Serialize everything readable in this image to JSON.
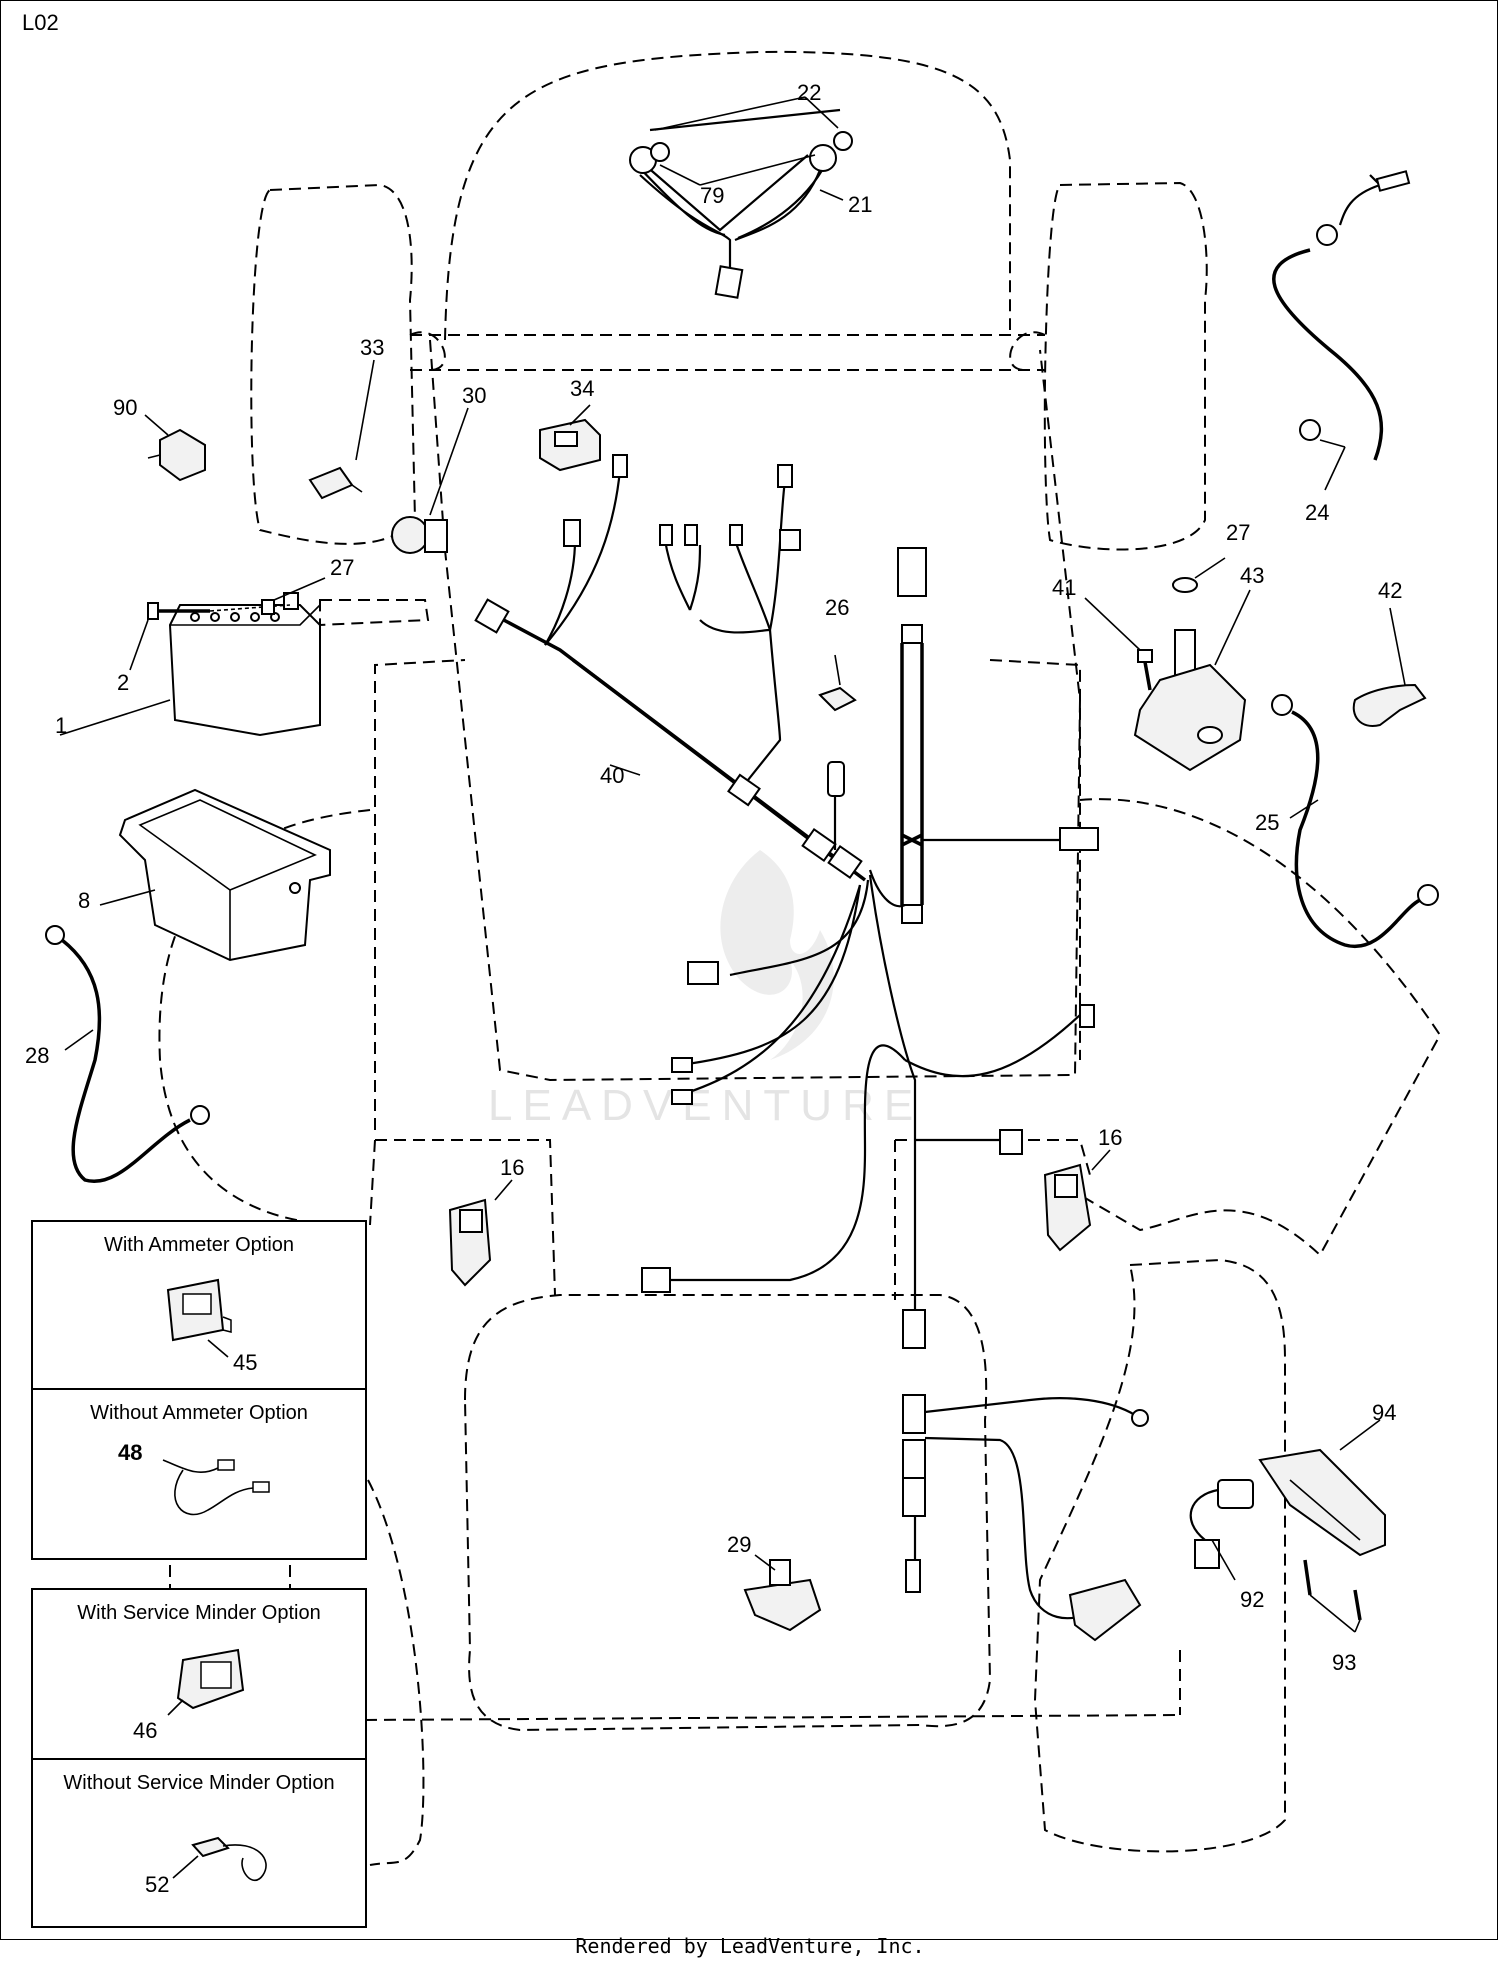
{
  "page_label": "L02",
  "footer": "Rendered by LeadVenture, Inc.",
  "watermark": "LEADVENTURE",
  "callouts": {
    "c1": "1",
    "c2": "2",
    "c8": "8",
    "c16a": "16",
    "c16b": "16",
    "c21": "21",
    "c22": "22",
    "c24": "24",
    "c25": "25",
    "c26": "26",
    "c27a": "27",
    "c27b": "27",
    "c28": "28",
    "c29": "29",
    "c30": "30",
    "c33": "33",
    "c34": "34",
    "c40": "40",
    "c41": "41",
    "c42": "42",
    "c43": "43",
    "c79": "79",
    "c90": "90",
    "c92": "92",
    "c93": "93",
    "c94": "94"
  },
  "options": {
    "ammeter": {
      "with_title": "With Ammeter Option",
      "with_callout": "45",
      "without_title": "Without Ammeter Option",
      "without_callout": "48"
    },
    "service_minder": {
      "with_title": "With Service Minder Option",
      "with_callout": "46",
      "without_title": "Without Service Minder Option",
      "without_callout": "52"
    }
  }
}
